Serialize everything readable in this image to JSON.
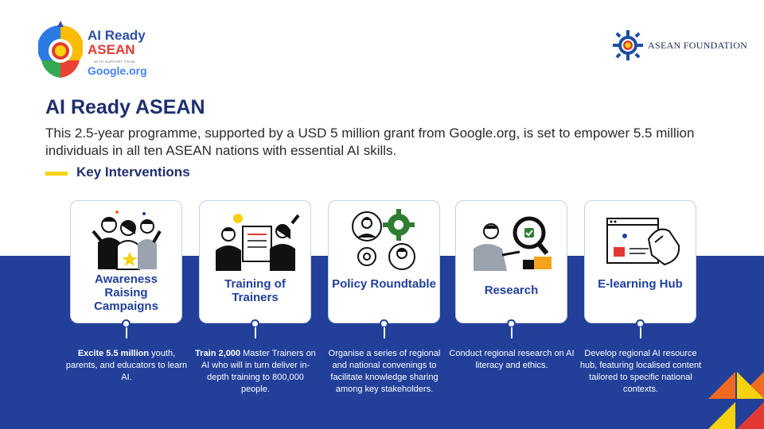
{
  "logo": {
    "title_line1": "AI Ready",
    "title_line2": "ASEAN",
    "small_text": "WITH SUPPORT FROM",
    "google": "Google.org"
  },
  "partner": {
    "name": "ASEAN FOUNDATION"
  },
  "page": {
    "title": "AI Ready ASEAN",
    "intro": "This 2.5-year programme, supported by a USD 5 million grant from Google.org, is set to empower 5.5 million individuals in all ten ASEAN nations with essential AI skills.",
    "section_label": "Key Interventions"
  },
  "cards": [
    {
      "title": "Awareness Raising Campaigns",
      "desc_bold": "Excite 5.5 million",
      "desc_rest": " youth, parents, and educators to learn AI."
    },
    {
      "title": "Training of Trainers",
      "desc_bold": "Train 2,000",
      "desc_rest": " Master Trainers on AI who will in turn deliver in-depth training to 800,000 people."
    },
    {
      "title": "Policy Roundtable",
      "desc_bold": "",
      "desc_rest": "Organise a series of regional and national convenings to facilitate knowledge sharing among key stakeholders."
    },
    {
      "title": "Research",
      "desc_bold": "",
      "desc_rest": "Conduct regional research on AI literacy and ethics."
    },
    {
      "title": "E-learning Hub",
      "desc_bold": "",
      "desc_rest": "Develop regional AI resource hub, featuring localised content tailored to specific national contexts."
    }
  ],
  "colors": {
    "band": "#22409a",
    "title": "#1f2f6e",
    "accent_yellow": "#f6d20f",
    "accent_orange": "#f26a21",
    "accent_red": "#e23a32"
  },
  "icons": [
    "ai-ready-asean-logo",
    "asean-foundation-emblem",
    "people-cheering-illustration",
    "trainers-board-illustration",
    "roundtable-gear-illustration",
    "research-magnifier-illustration",
    "elearning-screen-illustration"
  ]
}
